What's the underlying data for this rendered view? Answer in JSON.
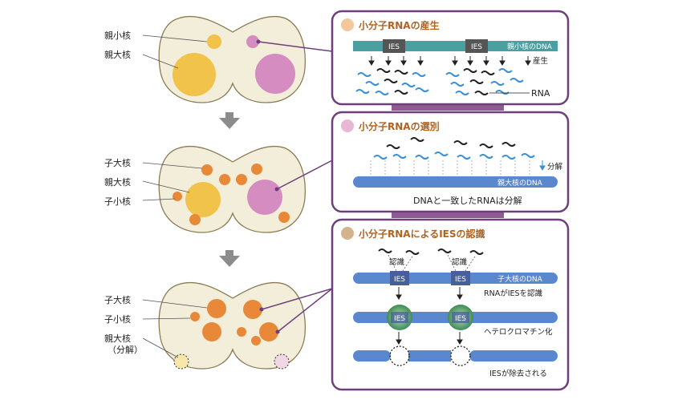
{
  "left": {
    "cell1_labels": [
      "親小核",
      "親大核"
    ],
    "cell2_labels": [
      "子大核",
      "親大核",
      "子小核"
    ],
    "cell3_labels": [
      "子大核",
      "子小核",
      "親大核"
    ],
    "cell3_sublabel": "（分解）"
  },
  "panel1": {
    "title": "小分子RNAの産生",
    "ies_label": "IES",
    "dna_label": "親小核のDNA",
    "produce_label": "産生",
    "rna_label": "RNA"
  },
  "panel2": {
    "title": "小分子RNAの選別",
    "degrade_label": "分解",
    "dna_label": "親大核のDNA",
    "caption": "DNAと一致したRNAは分解"
  },
  "panel3": {
    "title": "小分子RNAによるIESの認識",
    "recognize_label": "認識",
    "ies_label": "IES",
    "dna_label": "子大核のDNA",
    "step1": "RNAがIESを認識",
    "step2": "ヘテロクロマチン化",
    "step3": "IESが除去される"
  },
  "colors": {
    "panel_border": "#6e3f7a",
    "micronucleus": "#f2c34a",
    "macronucleus_yellow": "#f2c34a",
    "macronucleus_pink": "#d58cc0",
    "new_nucleus": "#e8893a",
    "cell_body": "#f3eed9",
    "dna_bar": "#5b87cf",
    "rna_wave": "#3a8fd6"
  }
}
